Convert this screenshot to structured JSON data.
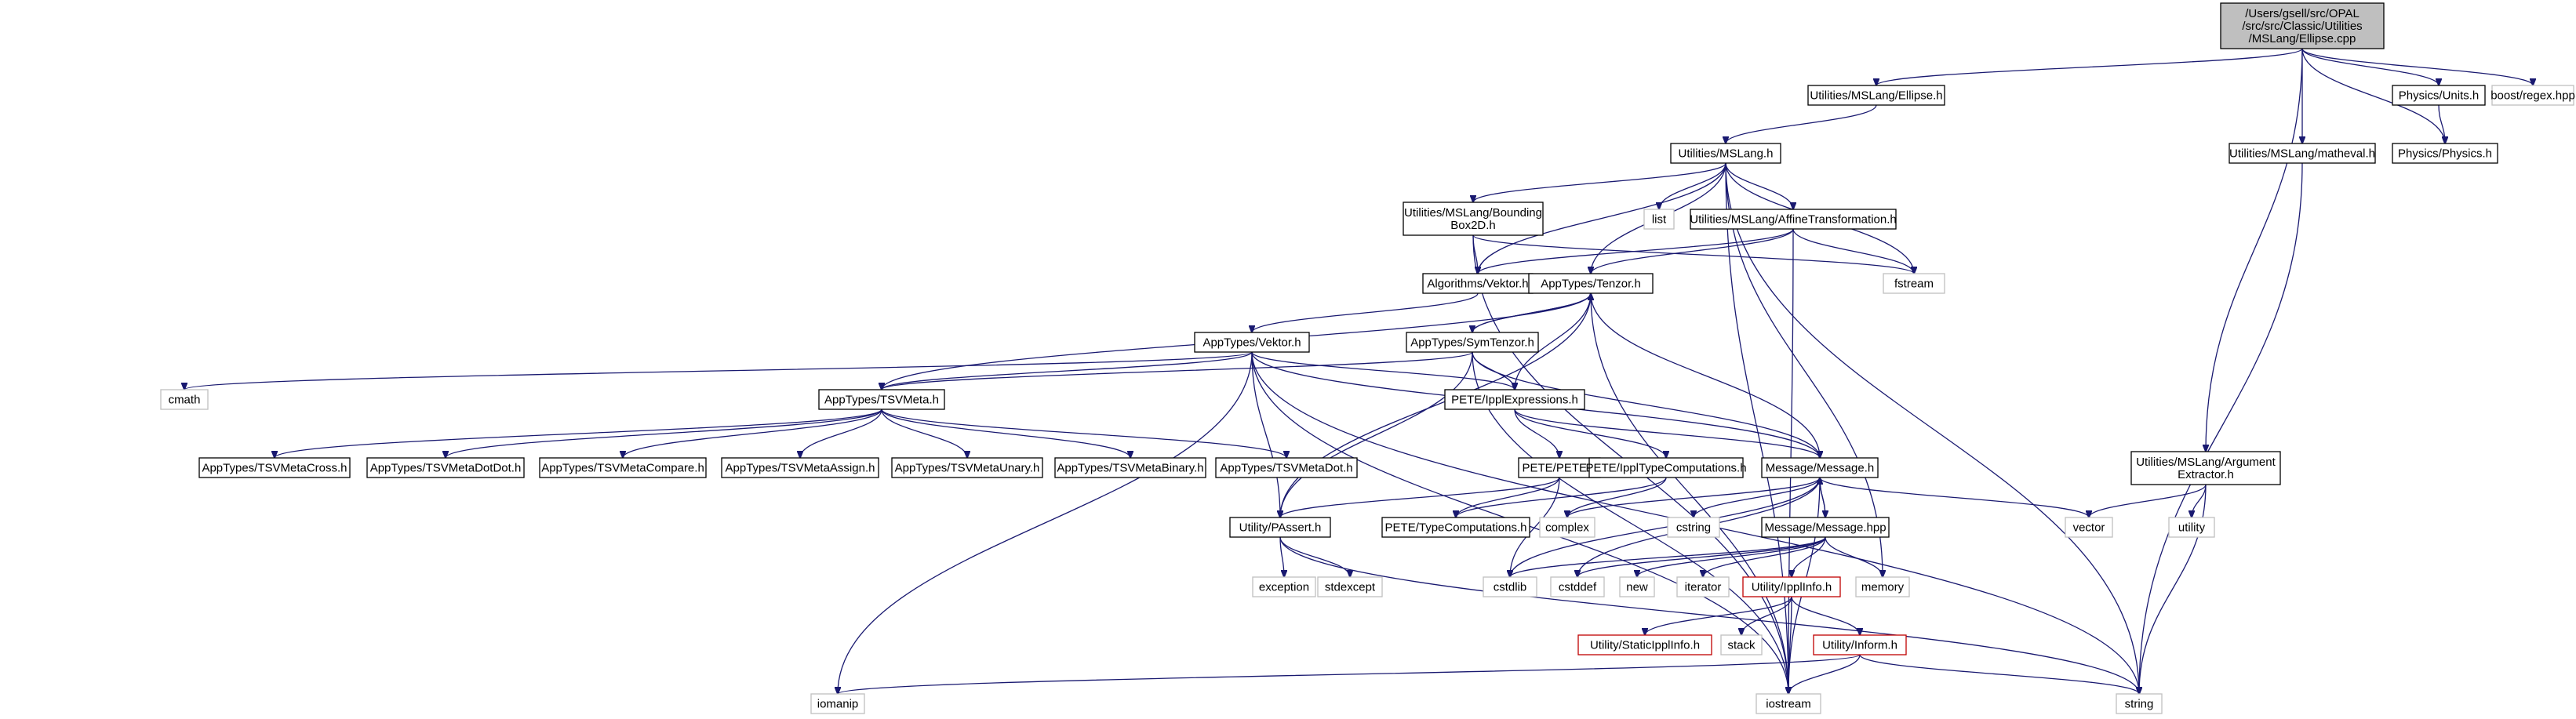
{
  "graph": {
    "nodes": [
      {
        "id": "root",
        "lines": [
          "/Users/gsell/src/OPAL",
          "/src/src/Classic/Utilities",
          "/MSLang/Ellipse.cpp"
        ],
        "style": "root"
      },
      {
        "id": "ellipse_h",
        "lines": [
          "Utilities/MSLang/Ellipse.h"
        ],
        "style": "normal"
      },
      {
        "id": "units",
        "lines": [
          "Physics/Units.h"
        ],
        "style": "normal"
      },
      {
        "id": "regex",
        "lines": [
          "boost/regex.hpp"
        ],
        "style": "gray"
      },
      {
        "id": "matheval",
        "lines": [
          "Utilities/MSLang/matheval.h"
        ],
        "style": "normal"
      },
      {
        "id": "physics",
        "lines": [
          "Physics/Physics.h"
        ],
        "style": "normal"
      },
      {
        "id": "mslang",
        "lines": [
          "Utilities/MSLang.h"
        ],
        "style": "normal"
      },
      {
        "id": "bbox",
        "lines": [
          "Utilities/MSLang/Bounding",
          "Box2D.h"
        ],
        "style": "normal"
      },
      {
        "id": "list",
        "lines": [
          "list"
        ],
        "style": "gray"
      },
      {
        "id": "affine",
        "lines": [
          "Utilities/MSLang/AffineTransformation.h"
        ],
        "style": "normal"
      },
      {
        "id": "fstream",
        "lines": [
          "fstream"
        ],
        "style": "gray"
      },
      {
        "id": "argextractor",
        "lines": [
          "Utilities/MSLang/Argument",
          "Extractor.h"
        ],
        "style": "normal"
      },
      {
        "id": "avektor",
        "lines": [
          "Algorithms/Vektor.h"
        ],
        "style": "normal"
      },
      {
        "id": "tenzor",
        "lines": [
          "AppTypes/Tenzor.h"
        ],
        "style": "normal"
      },
      {
        "id": "vektor",
        "lines": [
          "AppTypes/Vektor.h"
        ],
        "style": "normal"
      },
      {
        "id": "symtenzor",
        "lines": [
          "AppTypes/SymTenzor.h"
        ],
        "style": "normal"
      },
      {
        "id": "cmath",
        "lines": [
          "cmath"
        ],
        "style": "gray"
      },
      {
        "id": "tsvmeta",
        "lines": [
          "AppTypes/TSVMeta.h"
        ],
        "style": "normal"
      },
      {
        "id": "ipplexpr",
        "lines": [
          "PETE/IpplExpressions.h"
        ],
        "style": "normal"
      },
      {
        "id": "tsvcross",
        "lines": [
          "AppTypes/TSVMetaCross.h"
        ],
        "style": "normal"
      },
      {
        "id": "tsvdotdot",
        "lines": [
          "AppTypes/TSVMetaDotDot.h"
        ],
        "style": "normal"
      },
      {
        "id": "tsvcompare",
        "lines": [
          "AppTypes/TSVMetaCompare.h"
        ],
        "style": "normal"
      },
      {
        "id": "tsvassign",
        "lines": [
          "AppTypes/TSVMetaAssign.h"
        ],
        "style": "normal"
      },
      {
        "id": "tsvunary",
        "lines": [
          "AppTypes/TSVMetaUnary.h"
        ],
        "style": "normal"
      },
      {
        "id": "tsvbinary",
        "lines": [
          "AppTypes/TSVMetaBinary.h"
        ],
        "style": "normal"
      },
      {
        "id": "tsvdot",
        "lines": [
          "AppTypes/TSVMetaDot.h"
        ],
        "style": "normal"
      },
      {
        "id": "pete",
        "lines": [
          "PETE/PETE.h"
        ],
        "style": "normal"
      },
      {
        "id": "ippltype",
        "lines": [
          "PETE/IpplTypeComputations.h"
        ],
        "style": "normal"
      },
      {
        "id": "message",
        "lines": [
          "Message/Message.h"
        ],
        "style": "normal"
      },
      {
        "id": "passert",
        "lines": [
          "Utility/PAssert.h"
        ],
        "style": "normal"
      },
      {
        "id": "typecomp",
        "lines": [
          "PETE/TypeComputations.h"
        ],
        "style": "normal"
      },
      {
        "id": "complex",
        "lines": [
          "complex"
        ],
        "style": "gray"
      },
      {
        "id": "cstring",
        "lines": [
          "cstring"
        ],
        "style": "gray"
      },
      {
        "id": "messagehpp",
        "lines": [
          "Message/Message.hpp"
        ],
        "style": "normal"
      },
      {
        "id": "vector",
        "lines": [
          "vector"
        ],
        "style": "gray"
      },
      {
        "id": "utility",
        "lines": [
          "utility"
        ],
        "style": "gray"
      },
      {
        "id": "exception",
        "lines": [
          "exception"
        ],
        "style": "gray"
      },
      {
        "id": "stdexcept",
        "lines": [
          "stdexcept"
        ],
        "style": "gray"
      },
      {
        "id": "cstdlib",
        "lines": [
          "cstdlib"
        ],
        "style": "gray"
      },
      {
        "id": "cstddef",
        "lines": [
          "cstddef"
        ],
        "style": "gray"
      },
      {
        "id": "new",
        "lines": [
          "new"
        ],
        "style": "gray"
      },
      {
        "id": "iterator",
        "lines": [
          "iterator"
        ],
        "style": "gray"
      },
      {
        "id": "ipplinfo",
        "lines": [
          "Utility/IpplInfo.h"
        ],
        "style": "red"
      },
      {
        "id": "memory",
        "lines": [
          "memory"
        ],
        "style": "gray"
      },
      {
        "id": "staticippl",
        "lines": [
          "Utility/StaticIpplInfo.h"
        ],
        "style": "red"
      },
      {
        "id": "stack",
        "lines": [
          "stack"
        ],
        "style": "gray"
      },
      {
        "id": "inform",
        "lines": [
          "Utility/Inform.h"
        ],
        "style": "red"
      },
      {
        "id": "iomanip",
        "lines": [
          "iomanip"
        ],
        "style": "gray"
      },
      {
        "id": "iostream",
        "lines": [
          "iostream"
        ],
        "style": "gray"
      },
      {
        "id": "string",
        "lines": [
          "string"
        ],
        "style": "gray"
      }
    ],
    "edges": [
      [
        "root",
        "ellipse_h"
      ],
      [
        "root",
        "units"
      ],
      [
        "root",
        "regex"
      ],
      [
        "root",
        "matheval"
      ],
      [
        "root",
        "physics"
      ],
      [
        "root",
        "argextractor"
      ],
      [
        "units",
        "physics"
      ],
      [
        "ellipse_h",
        "mslang"
      ],
      [
        "matheval",
        "string"
      ],
      [
        "mslang",
        "bbox"
      ],
      [
        "mslang",
        "list"
      ],
      [
        "mslang",
        "affine"
      ],
      [
        "mslang",
        "fstream"
      ],
      [
        "mslang",
        "avektor"
      ],
      [
        "mslang",
        "tenzor"
      ],
      [
        "mslang",
        "memory"
      ],
      [
        "mslang",
        "string"
      ],
      [
        "mslang",
        "iostream"
      ],
      [
        "bbox",
        "avektor"
      ],
      [
        "bbox",
        "fstream"
      ],
      [
        "bbox",
        "iostream"
      ],
      [
        "affine",
        "avektor"
      ],
      [
        "affine",
        "tenzor"
      ],
      [
        "affine",
        "fstream"
      ],
      [
        "affine",
        "iostream"
      ],
      [
        "avektor",
        "vektor"
      ],
      [
        "tenzor",
        "symtenzor"
      ],
      [
        "tenzor",
        "tsvmeta"
      ],
      [
        "tenzor",
        "ipplexpr"
      ],
      [
        "tenzor",
        "message"
      ],
      [
        "tenzor",
        "passert"
      ],
      [
        "tenzor",
        "iostream"
      ],
      [
        "symtenzor",
        "tenzor"
      ],
      [
        "symtenzor",
        "tsvmeta"
      ],
      [
        "symtenzor",
        "ipplexpr"
      ],
      [
        "symtenzor",
        "message"
      ],
      [
        "symtenzor",
        "passert"
      ],
      [
        "symtenzor",
        "iostream"
      ],
      [
        "vektor",
        "cmath"
      ],
      [
        "vektor",
        "tsvmeta"
      ],
      [
        "vektor",
        "ipplexpr"
      ],
      [
        "vektor",
        "message"
      ],
      [
        "vektor",
        "passert"
      ],
      [
        "vektor",
        "iomanip"
      ],
      [
        "vektor",
        "iostream"
      ],
      [
        "vektor",
        "string"
      ],
      [
        "tsvmeta",
        "tsvcross"
      ],
      [
        "tsvmeta",
        "tsvdotdot"
      ],
      [
        "tsvmeta",
        "tsvcompare"
      ],
      [
        "tsvmeta",
        "tsvassign"
      ],
      [
        "tsvmeta",
        "tsvunary"
      ],
      [
        "tsvmeta",
        "tsvbinary"
      ],
      [
        "tsvmeta",
        "tsvdot"
      ],
      [
        "ipplexpr",
        "pete"
      ],
      [
        "ipplexpr",
        "ippltype"
      ],
      [
        "ipplexpr",
        "message"
      ],
      [
        "pete",
        "passert"
      ],
      [
        "pete",
        "typecomp"
      ],
      [
        "pete",
        "cstdlib"
      ],
      [
        "ippltype",
        "typecomp"
      ],
      [
        "ippltype",
        "complex"
      ],
      [
        "passert",
        "exception"
      ],
      [
        "passert",
        "stdexcept"
      ],
      [
        "passert",
        "string"
      ],
      [
        "message",
        "complex"
      ],
      [
        "message",
        "cstring"
      ],
      [
        "message",
        "cstdlib"
      ],
      [
        "message",
        "cstddef"
      ],
      [
        "message",
        "messagehpp"
      ],
      [
        "message",
        "vector"
      ],
      [
        "message",
        "iostream"
      ],
      [
        "messagehpp",
        "message"
      ],
      [
        "messagehpp",
        "cstddef"
      ],
      [
        "messagehpp",
        "cstdlib"
      ],
      [
        "messagehpp",
        "new"
      ],
      [
        "messagehpp",
        "iterator"
      ],
      [
        "messagehpp",
        "ipplinfo"
      ],
      [
        "messagehpp",
        "memory"
      ],
      [
        "argextractor",
        "vector"
      ],
      [
        "argextractor",
        "utility"
      ],
      [
        "argextractor",
        "string"
      ],
      [
        "ipplinfo",
        "staticippl"
      ],
      [
        "ipplinfo",
        "stack"
      ],
      [
        "ipplinfo",
        "inform"
      ],
      [
        "ipplinfo",
        "iostream"
      ],
      [
        "inform",
        "iomanip"
      ],
      [
        "inform",
        "iostream"
      ],
      [
        "inform",
        "string"
      ]
    ]
  }
}
